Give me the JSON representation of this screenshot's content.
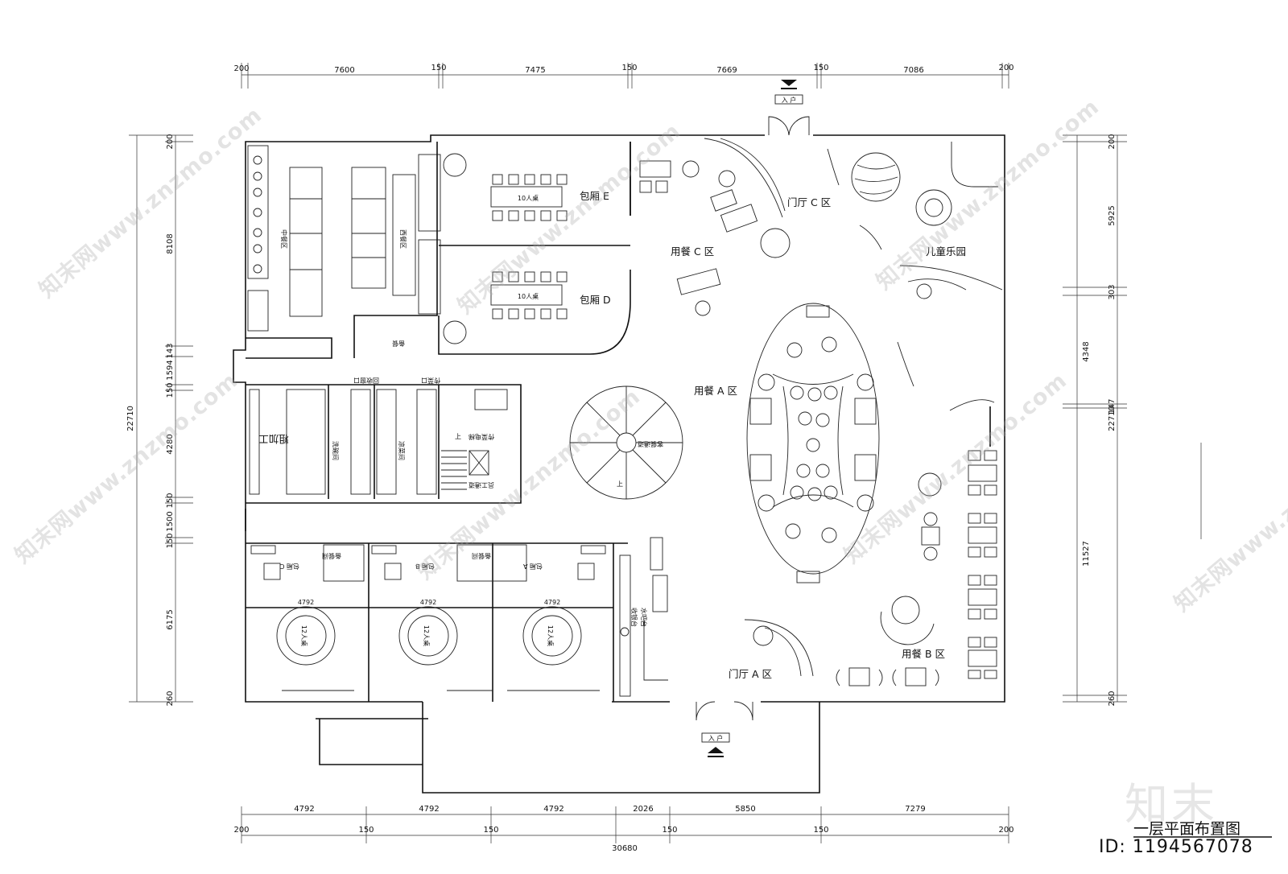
{
  "title": "一层平面布置图",
  "brand": "知末",
  "id_tag": "ID: 1194567078",
  "watermark": "知末网www.znzmo.com",
  "top_dims": [
    "200",
    "7600",
    "150",
    "7475",
    "150",
    "7669",
    "150",
    "7086",
    "200"
  ],
  "bottom_dims_row1": [
    "4792",
    "4792",
    "4792",
    "2026",
    "5850",
    "7279"
  ],
  "bottom_dims_row2": [
    "200",
    "150",
    "150",
    "150",
    "150",
    "200"
  ],
  "bottom_total": "30680",
  "left_dims": [
    "200",
    "8108",
    "143",
    "1594",
    "150",
    "4280",
    "150",
    "1500",
    "150",
    "6175",
    "260"
  ],
  "left_total": "22710",
  "right_dims": [
    "200",
    "5925",
    "303",
    "4348",
    "147",
    "11527",
    "260"
  ],
  "right_total": "22710",
  "entrance": "入 户",
  "rooms": {
    "private_e": "包厢 E",
    "private_d": "包厢 D",
    "table10": "10人桌",
    "dining_c": "用餐 C 区",
    "lobby_c": "门厅 C 区",
    "kids": "儿童乐园",
    "dining_a": "用餐 A 区",
    "dining_b": "用餐 B 区",
    "lobby_a": "门厅 A 区",
    "rough": "粗加工",
    "wash": "洗碗间",
    "cold": "凉菜间",
    "pass_window": "传菜口",
    "return_window": "回收窗口",
    "hot_kitchen": "中餐区",
    "west_kitchen": "西餐区",
    "prep": "备餐",
    "lift": "传菜电梯",
    "staff_ch": "员工通道",
    "guest_ch": "客餐通道",
    "up": "上",
    "cashier": "收银台",
    "water_bar": "水吧台",
    "pantry": "备餐间",
    "room_a": "包厢 A",
    "room_b": "包厢 B",
    "room_c": "包厢 C",
    "table12": "12人桌",
    "dim4792": "4792"
  }
}
